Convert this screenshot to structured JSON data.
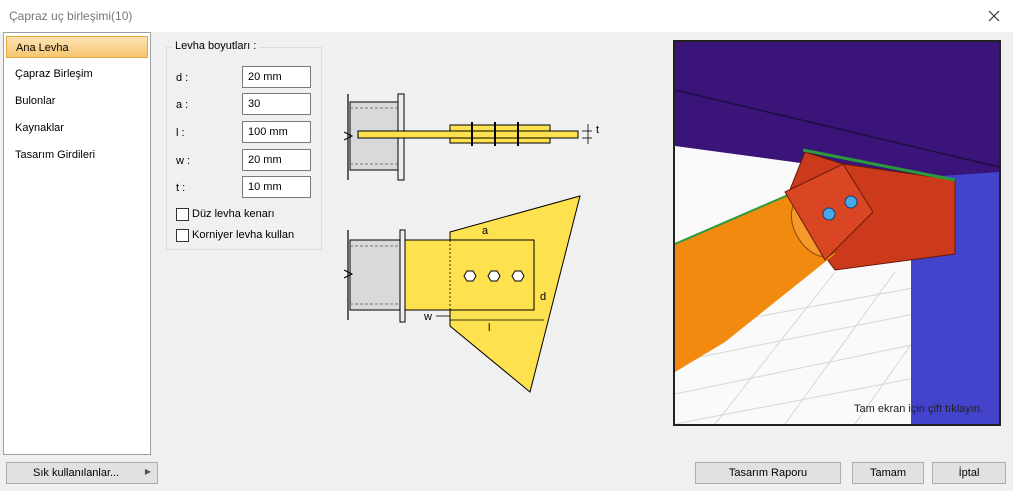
{
  "window": {
    "title": "Çapraz uç birleşimi(10)"
  },
  "sidebar": {
    "items": [
      {
        "label": "Ana Levha",
        "active": true
      },
      {
        "label": "Çapraz Birleşim"
      },
      {
        "label": "Bulonlar"
      },
      {
        "label": "Kaynaklar"
      },
      {
        "label": "Tasarım Girdileri"
      }
    ]
  },
  "plate": {
    "group_title": "Levha boyutları :",
    "fields": [
      {
        "label": "d :",
        "value": "20 mm"
      },
      {
        "label": "a :",
        "value": "30"
      },
      {
        "label": "l :",
        "value": "100 mm"
      },
      {
        "label": "w :",
        "value": "20 mm"
      },
      {
        "label": "t :",
        "value": "10 mm"
      }
    ],
    "checkboxes": [
      {
        "label": "Düz levha kenarı",
        "checked": false
      },
      {
        "label": "Korniyer levha kullan",
        "checked": false
      }
    ]
  },
  "diagram": {
    "t": "t",
    "a": "a",
    "d": "d",
    "w": "w",
    "l": "l"
  },
  "view3d": {
    "hint": "Tam ekran için çift tıklayın."
  },
  "footer": {
    "favorites_label": "Sık kullanılanlar...",
    "report_label": "Tasarım Raporu",
    "ok_label": "Tamam",
    "cancel_label": "İptal"
  },
  "colors": {
    "plate": "#fde14e",
    "sidebar_active": "#f7c670",
    "column": "#4343cc",
    "beam": "#3a1478",
    "tube": "#f28a10",
    "gusset": "#cc3a1c"
  }
}
